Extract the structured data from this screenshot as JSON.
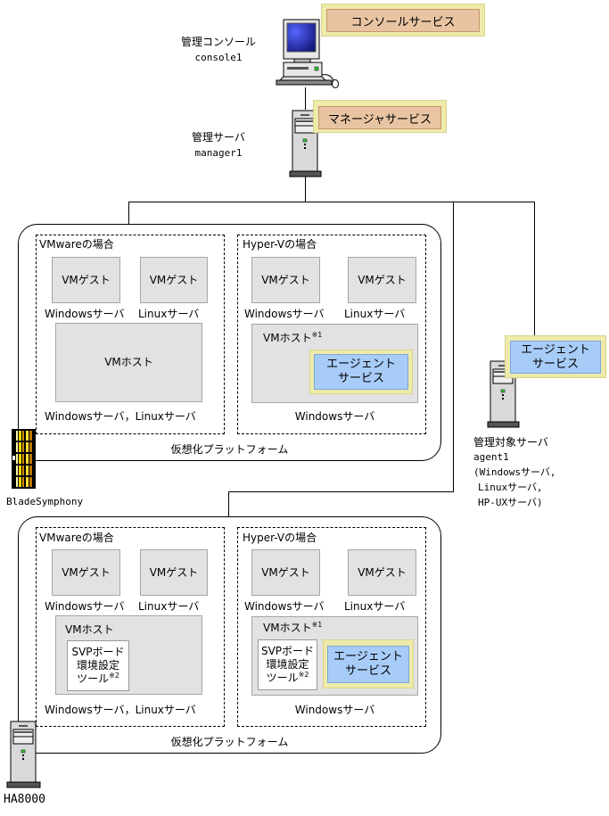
{
  "console": {
    "label": "管理コンソール",
    "host": "console1",
    "service": "コンソールサービス"
  },
  "manager": {
    "label": "管理サーバ",
    "host": "manager1",
    "service": "マネージャサービス"
  },
  "agent": {
    "service_line1": "エージェント",
    "service_line2": "サービス",
    "label": "管理対象サーバ",
    "host": "agent1",
    "os_line1": "(Windowsサーバ,",
    "os_line2": "Linuxサーバ,",
    "os_line3": "HP-UXサーバ)"
  },
  "platforms": [
    {
      "hardware": "BladeSymphony",
      "title": "仮想化プラットフォーム",
      "vmware": {
        "title": "VMwareの場合",
        "guest1": "VMゲスト",
        "guest1_os": "Windowsサーバ",
        "guest2": "VMゲスト",
        "guest2_os": "Linuxサーバ",
        "host": "VMホスト",
        "host_os": "Windowsサーバ，Linuxサーバ"
      },
      "hyperv": {
        "title": "Hyper-Vの場合",
        "guest1": "VMゲスト",
        "guest1_os": "Windowsサーバ",
        "guest2": "VMゲスト",
        "guest2_os": "Linuxサーバ",
        "host": "VMホスト",
        "host_note": "※1",
        "agent_line1": "エージェント",
        "agent_line2": "サービス",
        "host_os": "Windowsサーバ"
      }
    },
    {
      "hardware": "HA8000",
      "title": "仮想化プラットフォーム",
      "vmware": {
        "title": "VMwareの場合",
        "guest1": "VMゲスト",
        "guest1_os": "Windowsサーバ",
        "guest2": "VMゲスト",
        "guest2_os": "Linuxサーバ",
        "host": "VMホスト",
        "svp_line1": "SVPボード",
        "svp_line2": "環境設定",
        "svp_line3": "ツール",
        "svp_note": "※2",
        "host_os": "Windowsサーバ，Linuxサーバ"
      },
      "hyperv": {
        "title": "Hyper-Vの場合",
        "guest1": "VMゲスト",
        "guest1_os": "Windowsサーバ",
        "guest2": "VMゲスト",
        "guest2_os": "Linuxサーバ",
        "host": "VMホスト",
        "host_note": "※1",
        "svp_line1": "SVPボード",
        "svp_line2": "環境設定",
        "svp_line3": "ツール",
        "svp_note": "※2",
        "agent_line1": "エージェント",
        "agent_line2": "サービス",
        "host_os": "Windowsサーバ"
      }
    }
  ]
}
